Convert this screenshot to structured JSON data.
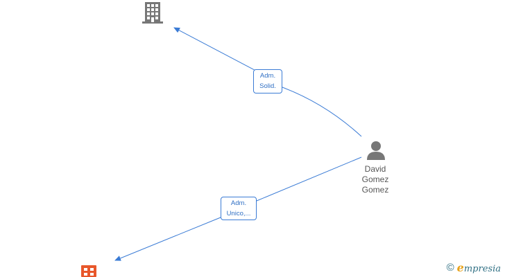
{
  "colors": {
    "edge": "#3a7bd5",
    "building_gray": "#777777",
    "building_orange": "#e8572b",
    "person": "#777777",
    "watermark": "#2f6f83",
    "watermark_accent": "#e8a21a"
  },
  "nodes": {
    "company_top": {
      "icon": "building-icon"
    },
    "company_bottom": {
      "icon": "building-icon-highlighted"
    },
    "person": {
      "icon": "person-icon",
      "name_lines": [
        "David",
        "Gomez",
        "Gomez"
      ]
    }
  },
  "edges": [
    {
      "from": "person",
      "to": "company_top",
      "label_lines": [
        "Adm.",
        "Solid."
      ]
    },
    {
      "from": "person",
      "to": "company_bottom",
      "label_lines": [
        "Adm.",
        "Unico,..."
      ]
    }
  ],
  "watermark": {
    "copyright": "©",
    "brand_first": "e",
    "brand_rest": "mpresia"
  }
}
